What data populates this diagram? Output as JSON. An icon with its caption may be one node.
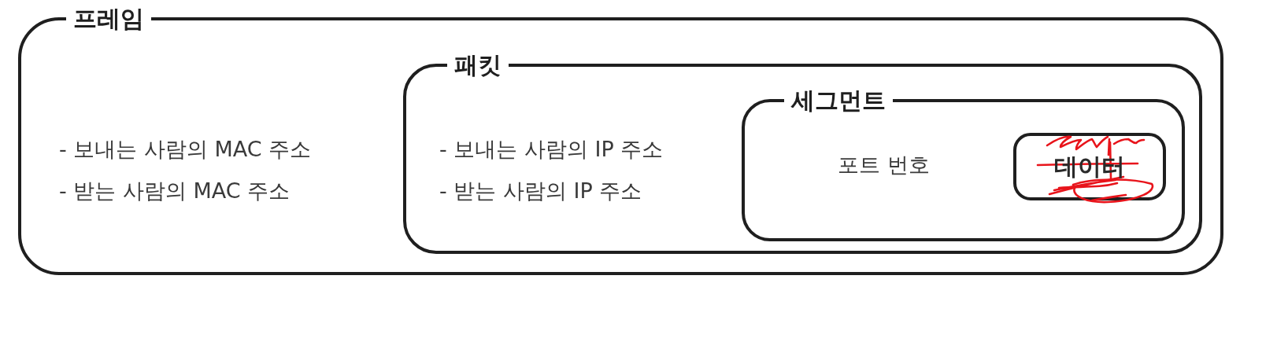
{
  "diagram": {
    "nodes": [
      {
        "text": [
          "프레임",
          "- 보내는 사람의 MAC 주소",
          "- 받는 사람의 MAC 주소"
        ]
      },
      {
        "text": [
          "패킷",
          "- 보내는 사람의 IP 주소",
          "- 받는 사람의 IP 주소"
        ],
        "in": 0
      },
      {
        "text": [
          "세그먼트",
          "포트 번호"
        ],
        "in": 1
      },
      {
        "text": [
          "데이터"
        ],
        "in": 2
      }
    ]
  }
}
